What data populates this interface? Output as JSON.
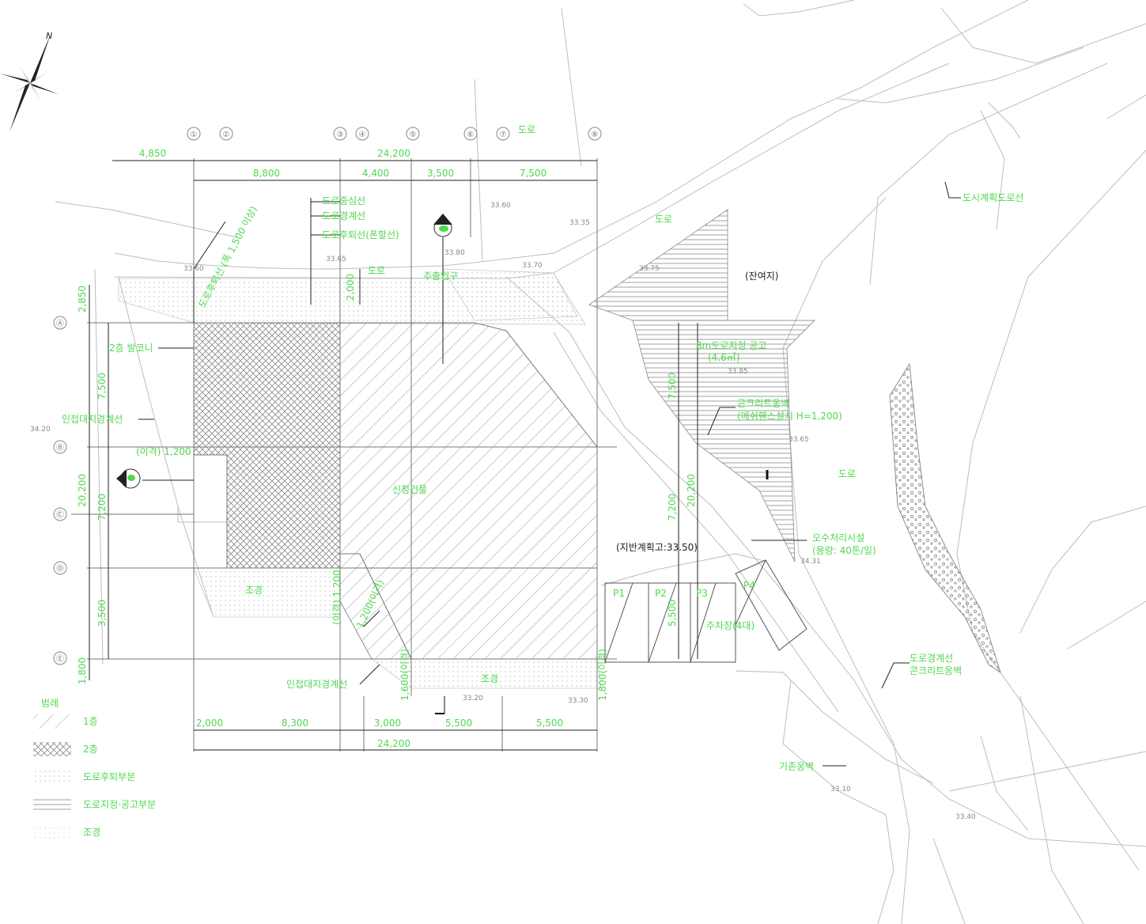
{
  "compass": {
    "north": "N"
  },
  "top_grid_markers": [
    "①",
    "②",
    "③",
    "④",
    "⑤",
    "⑥",
    "⑦",
    "⑧"
  ],
  "left_grid_markers": [
    "Ⓐ",
    "Ⓑ",
    "Ⓒ",
    "Ⓓ",
    "Ⓔ"
  ],
  "dims": {
    "top_left": "4,850",
    "top_total": "24,200",
    "top_spans": [
      "8,800",
      "4,400",
      "3,500",
      "7,500"
    ],
    "left_outer": [
      "2,850",
      "20,200",
      "1,800"
    ],
    "left_inner": [
      "7,500",
      "7,200",
      "3,500"
    ],
    "right": [
      "7,500",
      "7,200",
      "5,500",
      "20,200"
    ],
    "bottom_spans": [
      "2,000",
      "8,300",
      "3,000",
      "5,500",
      "5,500"
    ],
    "bottom_total": "24,200",
    "road_width": "2,000"
  },
  "labels": {
    "road_top_marker": "도로",
    "road_center": "도로중심선",
    "road_boundary": "도로경계선",
    "road_setback": "도로후퇴선(폰할선)",
    "road_mid": "도로",
    "main_entrance": "주출입구",
    "road_upper": "도로",
    "remaining_land": "(잔여지)",
    "city_planned_road": "도시계획도로선",
    "balcony": "2층 발코니",
    "adjacent_boundary_left": "인접대지경계선",
    "setback_left": "(이격) 1,200",
    "new_building": "신청건물",
    "landscape_left": "조경",
    "setback_vertical": "(이격) 1,200",
    "setback_diag": "1,200(이격)",
    "adjacent_boundary_bottom": "인접대지경계선",
    "setback_bottom": "1,600(이격)",
    "landscape_bottom": "조경",
    "setback_bottom_right": "1,800(이격)",
    "ground_height": "(지반계획고:33.50)",
    "road_corner": "8m도로지정 공고",
    "road_corner_area": "(4.6㎡)",
    "retaining_wall": "콘크리트옹벽",
    "retaining_wall_sub": "(메쉬휀스설치 H=1,200)",
    "road_right": "도로",
    "sewage": "오수처리시설",
    "sewage_sub": "(용량: 40톤/일)",
    "parking_slots": [
      "P1",
      "P2",
      "P3",
      "P4"
    ],
    "parking": "주차장(4대)",
    "road_boundary_right": "도로경계선",
    "road_boundary_right_sub": "콘크리트옹벽",
    "existing_wall": "기존옹벽",
    "diag_setback": "도로후퇴선 (폭 1,500 이상)"
  },
  "spot_levels": [
    "33.60",
    "33.65",
    "33.80",
    "33.70",
    "33.60",
    "33.35",
    "33.75",
    "33.85",
    "33.65",
    "33.20",
    "33.30",
    "33.10",
    "33.40",
    "34.31",
    "34.20"
  ],
  "legend": {
    "title": "범례",
    "items": [
      "1층",
      "2층",
      "도로후퇴부분",
      "도로지정·공고부분",
      "조경"
    ]
  },
  "colors": {
    "annotation": "#4fd84f",
    "linework": "#bdbdbd",
    "ink": "#222222"
  }
}
